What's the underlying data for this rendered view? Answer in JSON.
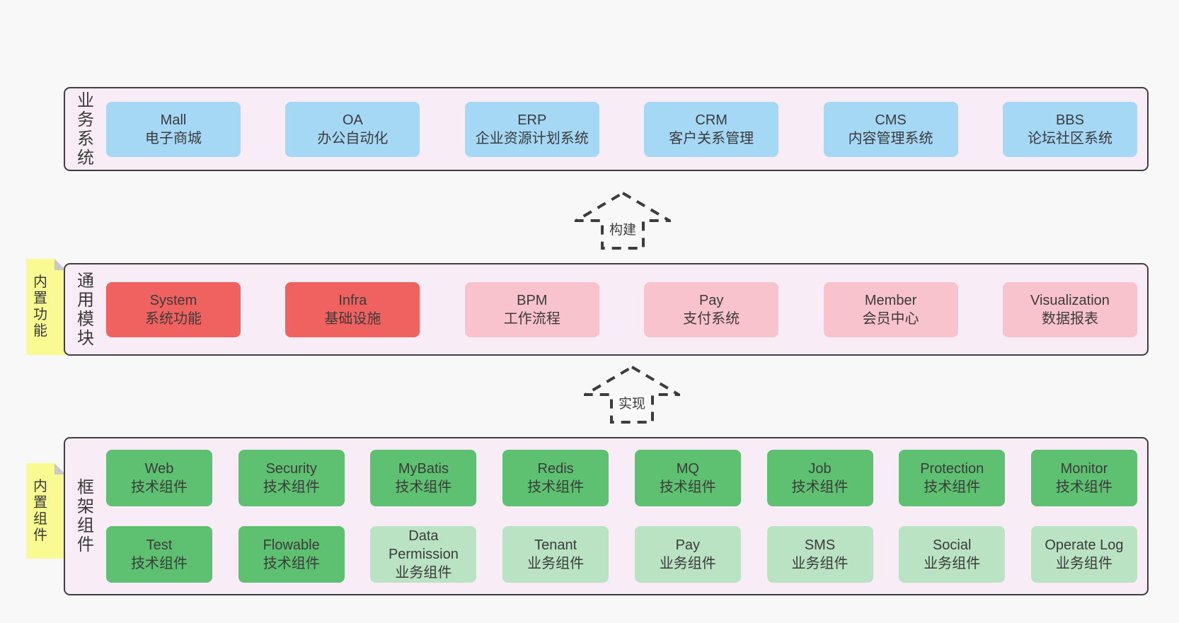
{
  "palette": {
    "page_background": "#f8f8f8",
    "layer_background": "#f8edf6",
    "layer_border": "#3f3f3f",
    "node_blue": "#a5d8f5",
    "node_red": "#ef6260",
    "node_pink": "#f9c3cd",
    "node_green": "#5ec171",
    "node_green_light": "#b9e3c2",
    "sticky_yellow": "#fafa93",
    "sticky_fold_gray": "#c9c9c9",
    "text": "#3b3b3b"
  },
  "arrows": [
    {
      "label": "构建"
    },
    {
      "label": "实现"
    }
  ],
  "layers": [
    {
      "label": "业务系统",
      "boxes": [
        {
          "title": "Mall",
          "subtitle": "电子商城",
          "variant": "blue"
        },
        {
          "title": "OA",
          "subtitle": "办公自动化",
          "variant": "blue"
        },
        {
          "title": "ERP",
          "subtitle": "企业资源计划系统",
          "variant": "blue"
        },
        {
          "title": "CRM",
          "subtitle": "客户关系管理",
          "variant": "blue"
        },
        {
          "title": "CMS",
          "subtitle": "内容管理系统",
          "variant": "blue"
        },
        {
          "title": "BBS",
          "subtitle": "论坛社区系统",
          "variant": "blue"
        }
      ]
    },
    {
      "label": "通用模块",
      "sticky": "内置功能",
      "boxes": [
        {
          "title": "System",
          "subtitle": "系统功能",
          "variant": "red"
        },
        {
          "title": "Infra",
          "subtitle": "基础设施",
          "variant": "red"
        },
        {
          "title": "BPM",
          "subtitle": "工作流程",
          "variant": "pink"
        },
        {
          "title": "Pay",
          "subtitle": "支付系统",
          "variant": "pink"
        },
        {
          "title": "Member",
          "subtitle": "会员中心",
          "variant": "pink"
        },
        {
          "title": "Visualization",
          "subtitle": "数据报表",
          "variant": "pink"
        }
      ]
    },
    {
      "label": "框架组件",
      "sticky": "内置组件",
      "rows": [
        [
          {
            "title": "Web",
            "subtitle": "技术组件",
            "variant": "green"
          },
          {
            "title": "Security",
            "subtitle": "技术组件",
            "variant": "green"
          },
          {
            "title": "MyBatis",
            "subtitle": "技术组件",
            "variant": "green"
          },
          {
            "title": "Redis",
            "subtitle": "技术组件",
            "variant": "green"
          },
          {
            "title": "MQ",
            "subtitle": "技术组件",
            "variant": "green"
          },
          {
            "title": "Job",
            "subtitle": "技术组件",
            "variant": "green"
          },
          {
            "title": "Protection",
            "subtitle": "技术组件",
            "variant": "green"
          },
          {
            "title": "Monitor",
            "subtitle": "技术组件",
            "variant": "green"
          }
        ],
        [
          {
            "title": "Test",
            "subtitle": "技术组件",
            "variant": "green"
          },
          {
            "title": "Flowable",
            "subtitle": "技术组件",
            "variant": "green"
          },
          {
            "title": "Data Permission",
            "subtitle": "业务组件",
            "variant": "green-light"
          },
          {
            "title": "Tenant",
            "subtitle": "业务组件",
            "variant": "green-light"
          },
          {
            "title": "Pay",
            "subtitle": "业务组件",
            "variant": "green-light"
          },
          {
            "title": "SMS",
            "subtitle": "业务组件",
            "variant": "green-light"
          },
          {
            "title": "Social",
            "subtitle": "业务组件",
            "variant": "green-light"
          },
          {
            "title": "Operate Log",
            "subtitle": "业务组件",
            "variant": "green-light"
          }
        ]
      ]
    }
  ]
}
